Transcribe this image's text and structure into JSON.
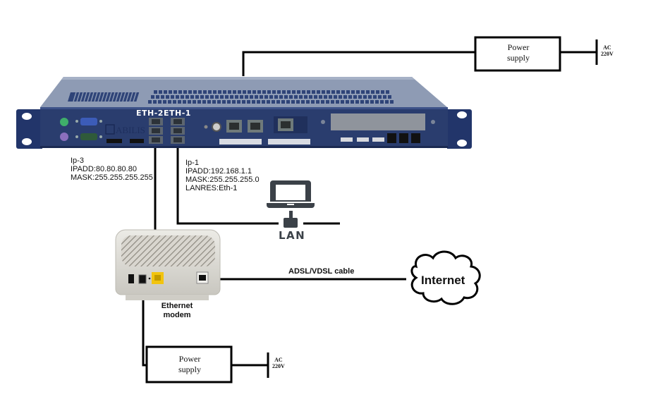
{
  "diagram": {
    "server": {
      "brand": "ABILIS",
      "ports": [
        "ETH-2",
        "ETH-1"
      ],
      "body_color": "#2a3d6e",
      "top_color": "#8e9bb4"
    },
    "ip3": {
      "title": "Ip-3",
      "ipadd": "IPADD:80.80.80.80",
      "mask": "MASK:255.255.255.255"
    },
    "ip1": {
      "title": "Ip-1",
      "ipadd": "IPADD:192.168.1.1",
      "mask": "MASK:255.255.255.0",
      "lanres": "LANRES:Eth-1"
    },
    "lan": {
      "label": "LAN",
      "icon": "laptop-icon",
      "color": "#3b4148"
    },
    "modem": {
      "line1": "Ethernet",
      "line2": "modem",
      "port_color": "#f2c40f"
    },
    "cable": {
      "label": "ADSL/VDSL cable"
    },
    "internet": {
      "label": "Internet"
    },
    "power_top": {
      "line1": "Power",
      "line2": "supply",
      "ac1": "AC",
      "ac2": "220V"
    },
    "power_bottom": {
      "line1": "Power",
      "line2": "supply",
      "ac1": "AC",
      "ac2": "220V"
    }
  }
}
